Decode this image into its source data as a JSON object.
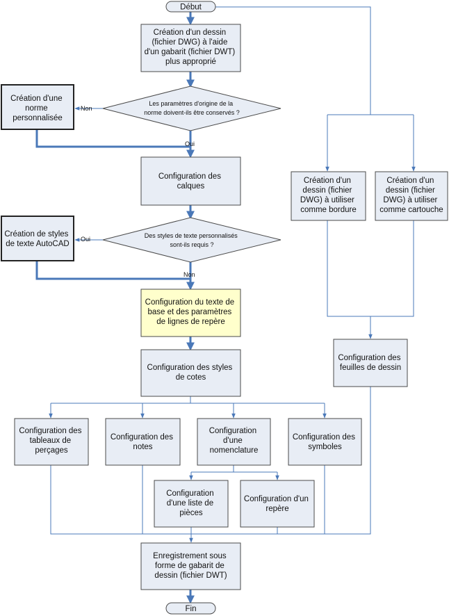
{
  "colors": {
    "box_fill": "#e8edf5",
    "highlight_fill": "#ffffcc",
    "box_stroke": "#4a4a4a",
    "connector": "#4a78b8"
  },
  "terminals": {
    "start": "Début",
    "end": "Fin"
  },
  "nodes": {
    "create_drawing": [
      "Création d'un dessin",
      "(fichier DWG) à l'aide",
      "d'un gabarit (fichier DWT)",
      "plus approprié"
    ],
    "custom_standard": [
      "Création d'une",
      "norme",
      "personnalisée"
    ],
    "decision_standard": [
      "Les paramètres d'origine de la",
      "norme doivent-ils être conservés ?"
    ],
    "layers": [
      "Configuration des",
      "calques"
    ],
    "text_styles": [
      "Création de styles",
      "de texte AutoCAD"
    ],
    "decision_text": [
      "Des styles de texte personnalisés",
      "sont-ils requis ?"
    ],
    "base_text": [
      "Configuration du texte de",
      "base et des paramètres",
      "de lignes de repère"
    ],
    "dim_styles": [
      "Configuration des styles",
      "de cotes"
    ],
    "hole_tables": [
      "Configuration des",
      "tableaux de",
      "perçages"
    ],
    "notes": [
      "Configuration des",
      "notes"
    ],
    "bom": [
      "Configuration",
      "d'une",
      "nomenclature"
    ],
    "symbols": [
      "Configuration des",
      "symboles"
    ],
    "parts_list": [
      "Configuration",
      "d'une liste de",
      "pièces"
    ],
    "balloon": [
      "Configuration d'un",
      "repère"
    ],
    "save_template": [
      "Enregistrement sous",
      "forme de gabarit de",
      "dessin (fichier DWT)"
    ],
    "border": [
      "Création d'un",
      "dessin (fichier",
      "DWG) à utiliser",
      "comme bordure"
    ],
    "title_block": [
      "Création d'un",
      "dessin (fichier",
      "DWG) à utiliser",
      "comme cartouche"
    ],
    "sheets": [
      "Configuration des",
      "feuilles de dessin"
    ]
  },
  "labels": {
    "non_1": "Non",
    "oui_1": "Oui",
    "oui_2": "Oui",
    "non_2": "Non"
  }
}
